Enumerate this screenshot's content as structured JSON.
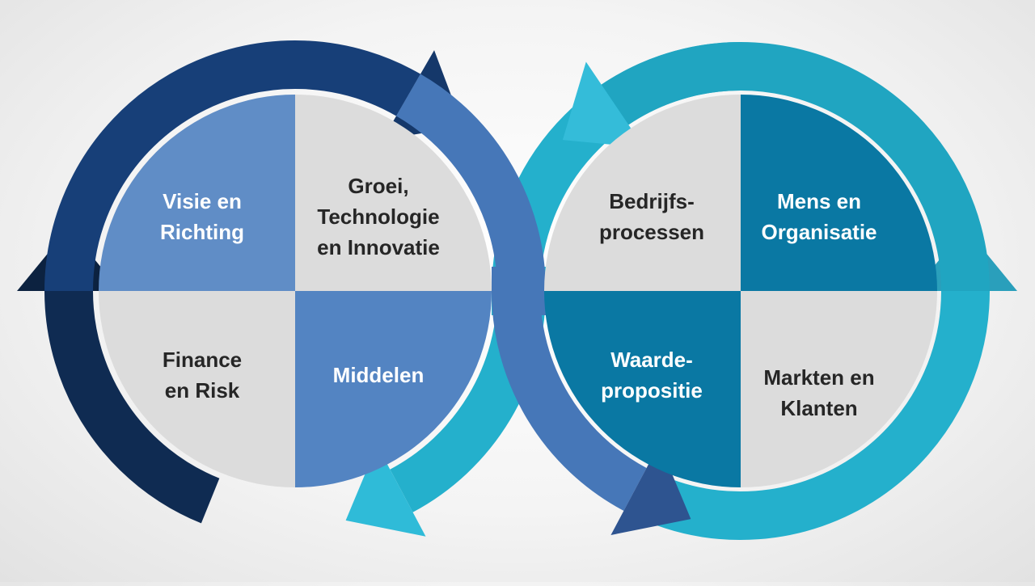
{
  "left_cycle": {
    "quadrants": [
      {
        "id": "tl",
        "text": "Visie en\nRichting",
        "style": "light"
      },
      {
        "id": "tr",
        "text": "Groei,\nTechnologie\nen Innovatie",
        "style": "dark"
      },
      {
        "id": "bl",
        "text": "Finance\nen Risk",
        "style": "dark"
      },
      {
        "id": "br",
        "text": "Middelen",
        "style": "light"
      }
    ]
  },
  "right_cycle": {
    "quadrants": [
      {
        "id": "tl",
        "text": "Bedrijfs-\nprocessen",
        "style": "dark"
      },
      {
        "id": "tr",
        "text": "Mens en\nOrganisatie",
        "style": "light"
      },
      {
        "id": "bl",
        "text": "Waarde-\npropositie",
        "style": "light"
      },
      {
        "id": "br",
        "text": "Markten en\nKlanten",
        "style": "dark"
      }
    ]
  },
  "colors": {
    "navy_top": "#173f78",
    "navy_bottom": "#0f2b52",
    "blue_band": "#4677b8",
    "cyan_band": "#24b0cc",
    "blue_quadrant": "#5384c2",
    "teal_quadrant": "#0a78a3",
    "gray_quadrant": "#dcdcdc"
  }
}
